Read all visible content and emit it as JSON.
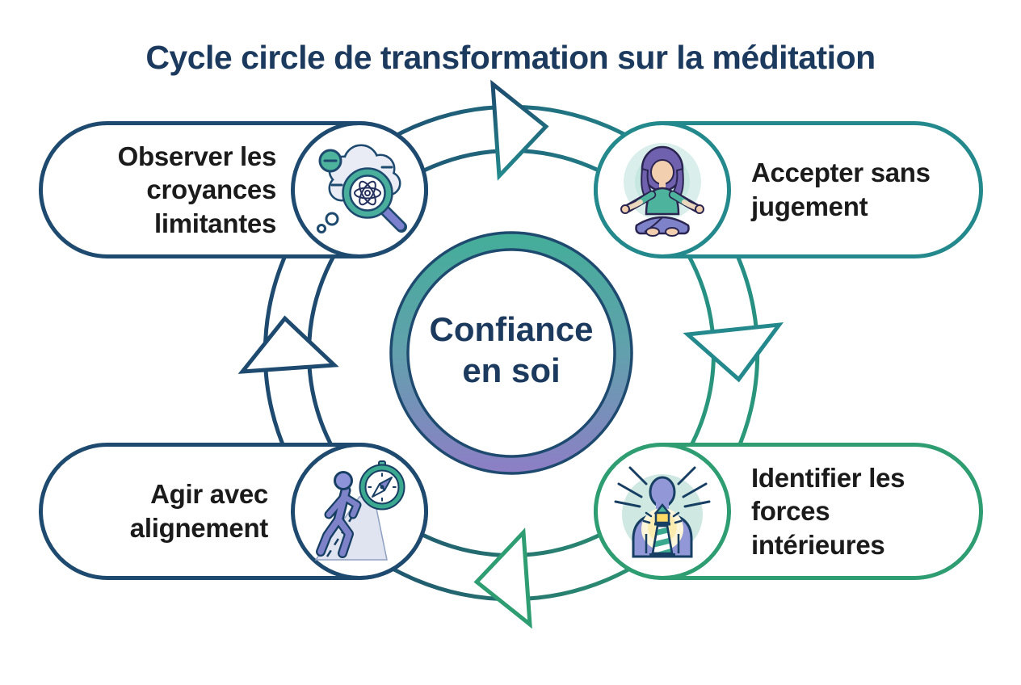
{
  "title": "Cycle circle de transformation sur la méditation",
  "center": {
    "line1": "Confiance",
    "line2": "en soi"
  },
  "steps": [
    {
      "label": "Observer les croyances limitantes",
      "icon": "magnifier-cloud-icon",
      "position": "top-left"
    },
    {
      "label": "Accepter sans jugement",
      "icon": "meditation-icon",
      "position": "top-right"
    },
    {
      "label": "Identifier les forces intérieures",
      "icon": "inner-lighthouse-icon",
      "position": "bottom-right"
    },
    {
      "label": "Agir avec alignement",
      "icon": "walking-compass-icon",
      "position": "bottom-left"
    }
  ],
  "colors": {
    "navy": "#1d4a6e",
    "teal": "#23898c",
    "green": "#2e9d72",
    "title-navy": "#1c3a5e",
    "label-ink": "#1b1b1b",
    "ring-top": "#43ae99",
    "ring-bottom": "#8e7ec6",
    "icon-purple": "#7d82c9",
    "icon-teal": "#4db39c",
    "bg": "#ffffff"
  }
}
